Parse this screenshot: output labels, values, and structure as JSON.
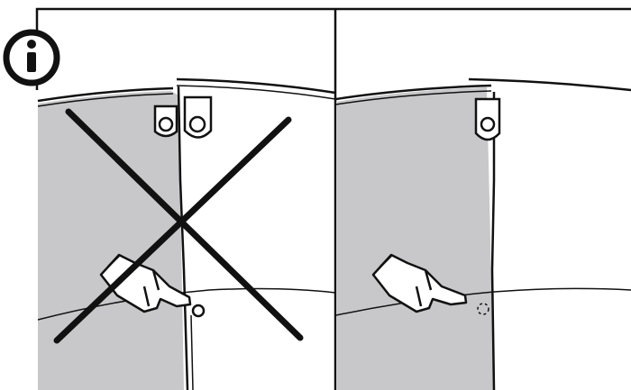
{
  "figure": {
    "icon": "info-icon",
    "icon_glyph": "i",
    "panels": [
      {
        "id": "incorrect",
        "shows": "wrong-overlap-with-x",
        "mark": "cross-out-x"
      },
      {
        "id": "correct",
        "shows": "correct-alignment",
        "mark": "none"
      }
    ]
  },
  "colors": {
    "panel_fill": "#c8c8ca",
    "outline": "#111111",
    "background": "#ffffff",
    "cross": "#111111"
  }
}
